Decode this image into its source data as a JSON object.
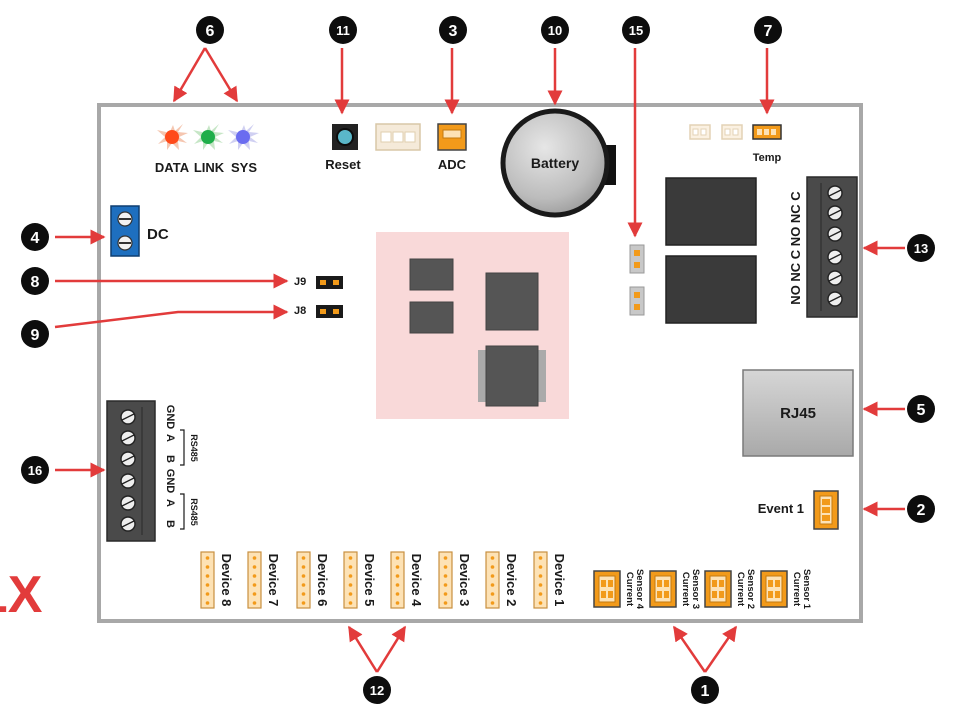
{
  "board": {
    "leds": [
      "DATA",
      "LINK",
      "SYS"
    ],
    "leds_colors": [
      "#ff4a1a",
      "#1fae4a",
      "#6a6cf0"
    ],
    "reset": "Reset",
    "adc": "ADC",
    "battery": "Battery",
    "temp": "Temp",
    "dc": "DC",
    "j9": "J9",
    "j8": "J8",
    "relay_terminals": "NO NC C NO NC C",
    "rj45": "RJ45",
    "event": "Event 1",
    "rs485_gnd_top": "GND",
    "rs485_a_top": "A",
    "rs485_b_top": "B",
    "rs485_gnd_bottom": "GND",
    "rs485_a_bottom": "A",
    "rs485_b_bottom": "B",
    "rs485_tag_top": "RS485",
    "rs485_tag_bottom": "RS485",
    "devices": [
      "Device 8",
      "Device 7",
      "Device 6",
      "Device 5",
      "Device 4",
      "Device 3",
      "Device 2",
      "Device 1"
    ],
    "current_sensors": [
      {
        "line1": "Current",
        "line2": "Sensor 4"
      },
      {
        "line1": "Current",
        "line2": "Sensor 3"
      },
      {
        "line1": "Current",
        "line2": "Sensor 2"
      },
      {
        "line1": "Current",
        "line2": "Sensor 1"
      }
    ]
  },
  "callouts": {
    "n1": "1",
    "n2": "2",
    "n3": "3",
    "n4": "4",
    "n5": "5",
    "n6": "6",
    "n7": "7",
    "n8": "8",
    "n9": "9",
    "n10": "10",
    "n11": "11",
    "n12": "12",
    "n13": "13",
    "n15": "15",
    "n16": "16"
  },
  "brand_fragment": "LX",
  "colors": {
    "arrow": "#e23b3b",
    "badge": "#0d0d0d",
    "board_border": "#a8a8a8",
    "terminal_green": "#1e6fbf",
    "connector_orange": "#f29a1a",
    "relay": "#3a3a3a",
    "cpu_area": "#f9d9d9"
  }
}
